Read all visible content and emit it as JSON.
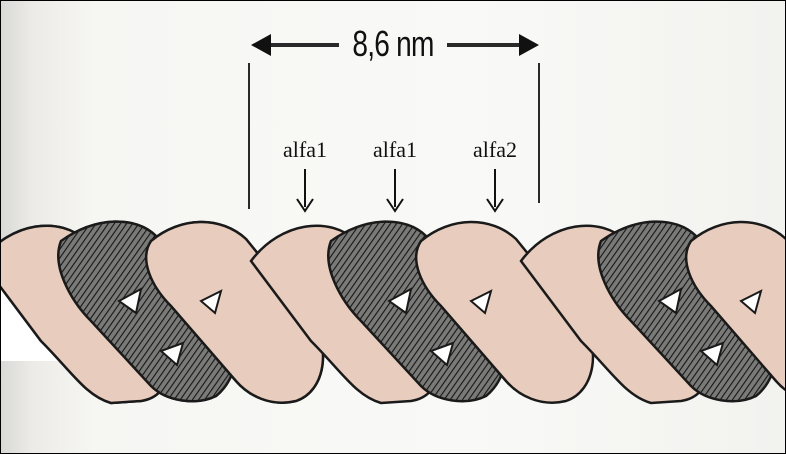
{
  "diagram": {
    "dimension": "8,6 nm",
    "chains": [
      {
        "label": "alfa1",
        "color": "#e8cdbf"
      },
      {
        "label": "alfa1",
        "color": "#e8cdbf"
      },
      {
        "label": "alfa2",
        "color": "#4a4a4a"
      }
    ],
    "colors": {
      "light_strand": "#e8cdbf",
      "dark_strand": "#4a4a4a",
      "outline": "#1a1a1a",
      "background": "#f7f7f4"
    }
  }
}
